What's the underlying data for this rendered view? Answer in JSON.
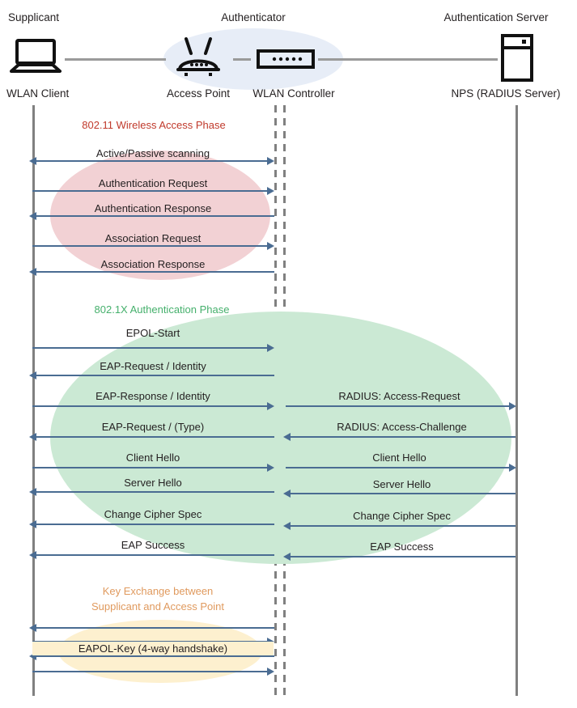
{
  "diagram": {
    "title": "802.1X / WPA2-Enterprise WLAN authentication sequence",
    "colors": {
      "arrow": "#4a6c92",
      "lifeline": "#808080",
      "phase_80211_text": "#c0392b",
      "phase_8021x_text": "#45b06c",
      "phase_key_text": "#e09a5e",
      "blob_80211": "#f2d1d4",
      "blob_8021x": "#cbe9d4",
      "blob_key": "#fdf0cf",
      "blob_authenticator": "#e7edf7"
    }
  },
  "actors": [
    {
      "role": "Supplicant",
      "device": "WLAN Client",
      "icon": "laptop-icon"
    },
    {
      "role": "Authenticator",
      "device": "Access Point",
      "icon": "access-point-icon"
    },
    {
      "role": "",
      "device": "WLAN Controller",
      "icon": "wlan-controller-icon"
    },
    {
      "role": "Authentication Server",
      "device": "NPS (RADIUS Server)",
      "icon": "server-icon"
    }
  ],
  "phases": [
    {
      "id": "wireless-access",
      "label": "802.11 Wireless Access Phase",
      "messages": [
        {
          "text": "Active/Passive scanning",
          "dir": "both",
          "span": "client-ap"
        },
        {
          "text": "Authentication Request",
          "dir": "right",
          "span": "client-ap"
        },
        {
          "text": "Authentication Response",
          "dir": "left",
          "span": "client-ap"
        },
        {
          "text": "Association Request",
          "dir": "right",
          "span": "client-ap"
        },
        {
          "text": "Association Response",
          "dir": "left",
          "span": "client-ap"
        }
      ]
    },
    {
      "id": "dot1x-authentication",
      "label": "802.1X Authentication Phase",
      "messages": [
        {
          "text": "EPOL-Start",
          "dir": "right",
          "span": "client-ap",
          "right_text": ""
        },
        {
          "text": "EAP-Request / Identity",
          "dir": "left",
          "span": "client-ap",
          "right_text": ""
        },
        {
          "text": "EAP-Response / Identity",
          "dir": "right",
          "span": "client-ap",
          "right_text": "RADIUS: Access-Request"
        },
        {
          "text": "EAP-Request / (Type)",
          "dir": "left",
          "span": "client-ap",
          "right_text": "RADIUS: Access-Challenge"
        },
        {
          "text": "Client Hello",
          "dir": "right",
          "span": "client-ap",
          "right_text": "Client Hello"
        },
        {
          "text": "Server Hello",
          "dir": "left",
          "span": "client-ap",
          "right_text": "Server Hello"
        },
        {
          "text": "Change Cipher Spec",
          "dir": "left",
          "span": "client-ap",
          "right_text": "Change Cipher Spec"
        },
        {
          "text": "EAP Success",
          "dir": "left",
          "span": "client-ap",
          "right_text": "EAP Success"
        }
      ]
    },
    {
      "id": "key-exchange",
      "label_line1": "Key Exchange between",
      "label_line2": "Supplicant and Access Point",
      "group_label": "EAPOL-Key (4-way handshake)",
      "messages": [
        {
          "text": "",
          "dir": "left",
          "span": "client-ap"
        },
        {
          "text": "",
          "dir": "right",
          "span": "client-ap"
        },
        {
          "text": "",
          "dir": "left",
          "span": "client-ap"
        },
        {
          "text": "",
          "dir": "right",
          "span": "client-ap"
        }
      ]
    }
  ]
}
